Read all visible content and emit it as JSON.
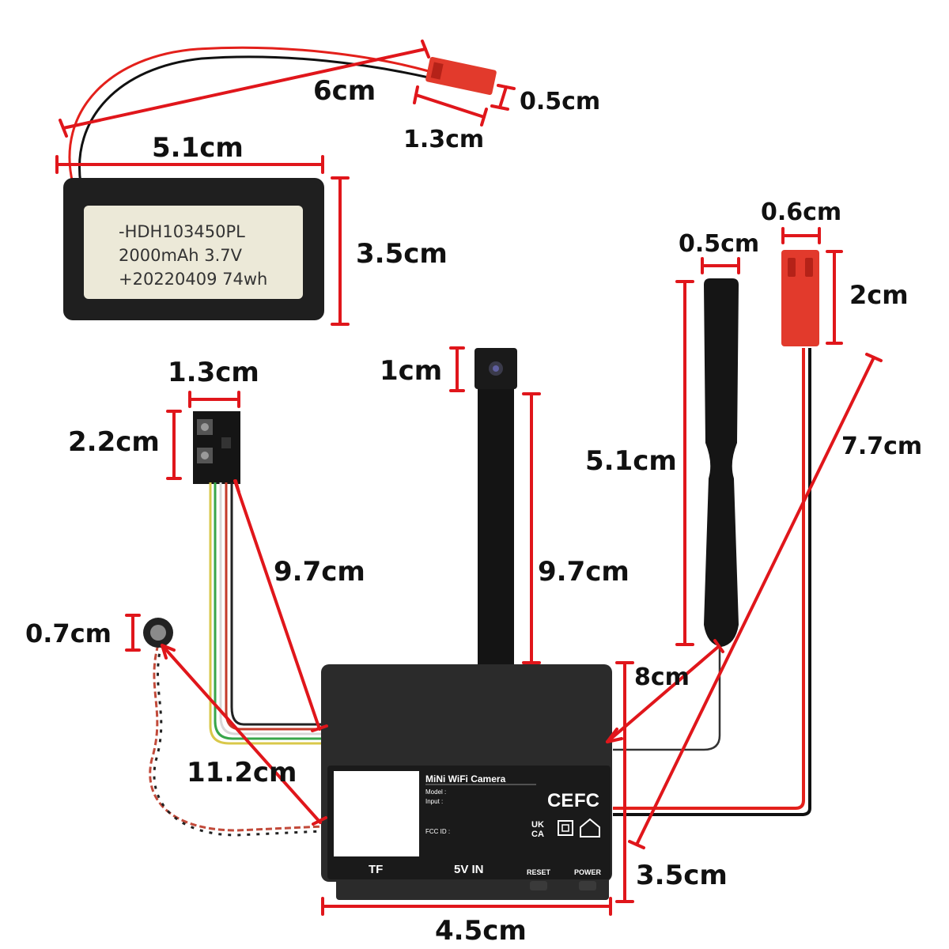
{
  "colors": {
    "measure_line": "#e0161b",
    "device_body": "#2b2b2b",
    "battery_body": "#1f1f1f",
    "battery_label": "#ece9d8",
    "wire_red": "#e3201b",
    "wire_black": "#111111",
    "connector_red": "#e23a2c"
  },
  "battery": {
    "label_line1": "-HDH103450PL",
    "label_line2": "2000mAh  3.7V",
    "label_line3": "+20220409  74wh"
  },
  "dimensions": {
    "battery_wire_length": "6cm",
    "battery_plug_width": "0.5cm",
    "battery_plug_length": "1.3cm",
    "battery_width": "5.1cm",
    "battery_height": "3.5cm",
    "button_board_width": "1.3cm",
    "button_board_height": "2.2cm",
    "button_cable_length": "9.7cm",
    "lens_size": "1cm",
    "lens_cable_length": "9.7cm",
    "antenna_width": "0.5cm",
    "antenna_length": "5.1cm",
    "power_plug_width": "0.6cm",
    "power_plug_length": "2cm",
    "power_cable_length": "7.7cm",
    "antenna_cable_length": "8cm",
    "led_diameter": "0.7cm",
    "led_cable_length": "11.2cm",
    "module_height": "3.5cm",
    "module_width": "4.5cm"
  },
  "module": {
    "title": "MiNi WiFi Camera",
    "model_label": "Model :",
    "input_label": "Input :",
    "fcc_label": "FCC ID :",
    "ce_mark": "CE",
    "fc_mark": "FC",
    "ukca_line1": "UK",
    "ukca_line2": "CA",
    "port_tf": "TF",
    "port_5v": "5V IN",
    "btn_reset": "RESET",
    "btn_power": "POWER"
  }
}
